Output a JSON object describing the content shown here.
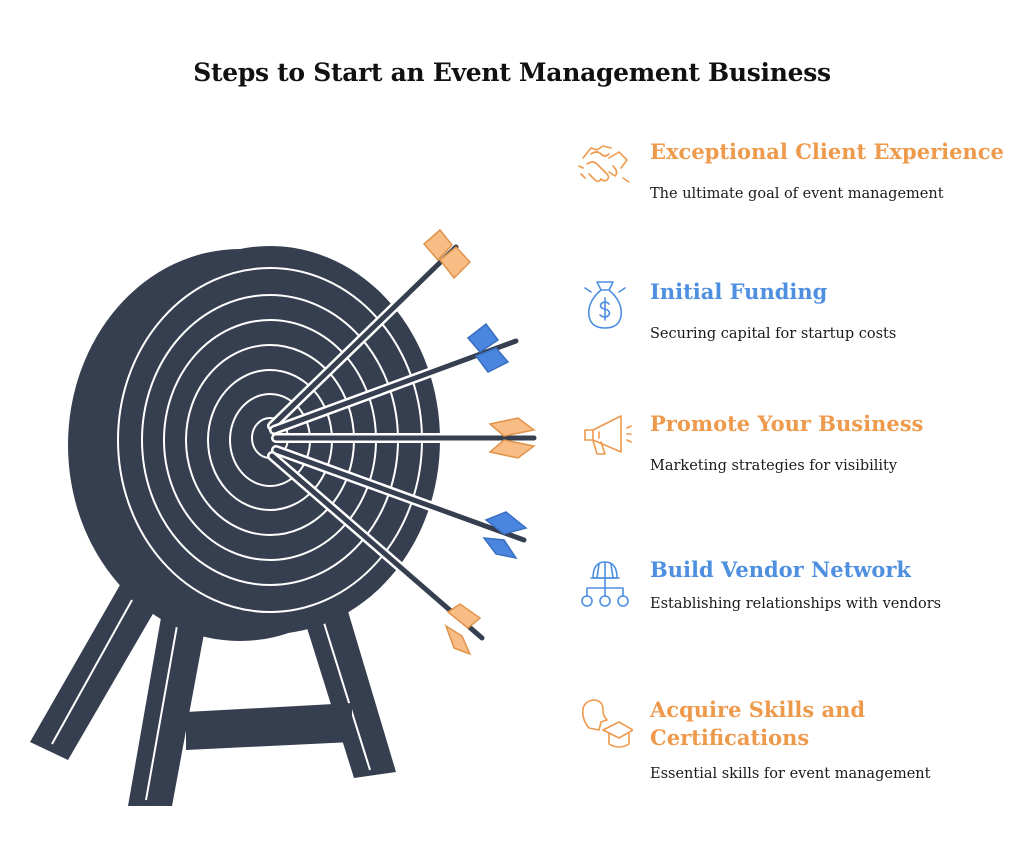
{
  "title": "Steps to Start an Event Management Business",
  "colors": {
    "orange": "#EE9A4D",
    "orange_fill": "#F8BD84",
    "blue": "#4E8FE0",
    "blue_fill": "#4A86E0",
    "target": "#363F4F"
  },
  "steps": [
    {
      "heading": "Exceptional Client Experience",
      "description": "The ultimate goal of event management",
      "color": "orange",
      "icon": "handshake-icon"
    },
    {
      "heading": "Initial Funding",
      "description": "Securing capital for startup costs",
      "color": "blue",
      "icon": "money-bag-icon"
    },
    {
      "heading": "Promote Your Business",
      "description": "Marketing strategies for visibility",
      "color": "orange",
      "icon": "megaphone-icon"
    },
    {
      "heading": "Build Vendor Network",
      "description": "Establishing relationships with vendors",
      "color": "blue",
      "icon": "network-icon"
    },
    {
      "heading": "Acquire Skills and Certifications",
      "description": "Essential skills for event management",
      "color": "orange",
      "icon": "graduation-cap-icon"
    }
  ]
}
